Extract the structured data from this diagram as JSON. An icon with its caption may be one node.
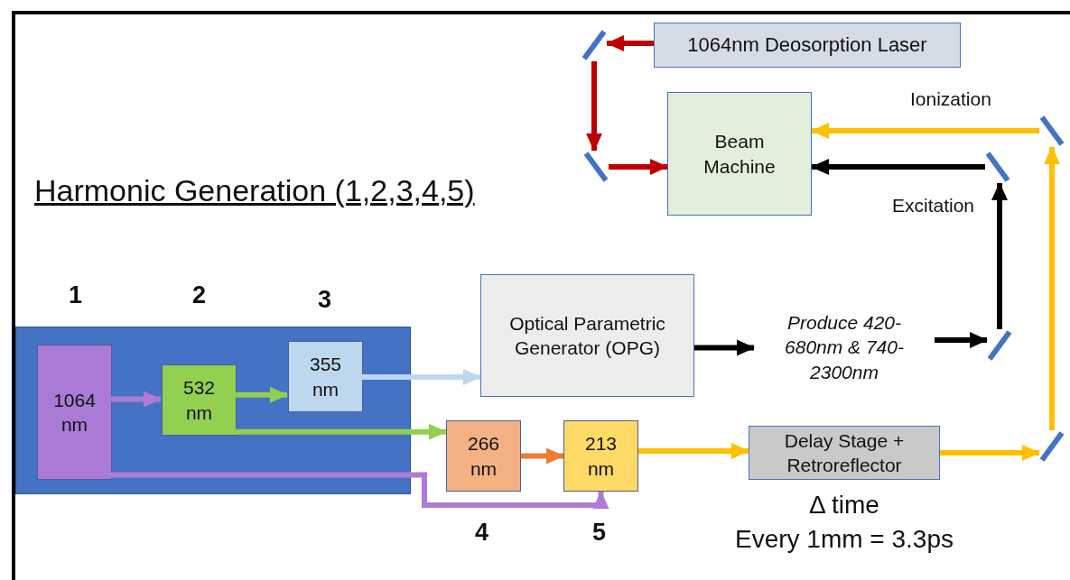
{
  "diagram": {
    "title": "Harmonic Generation (1,2,3,4,5)",
    "nodes": [
      {
        "text": [
          "1064nm Deosorption Laser"
        ]
      },
      {
        "text": [],
        "shape": "mirror"
      },
      {
        "text": [],
        "shape": "mirror"
      },
      {
        "text": [
          "Beam Machine"
        ]
      },
      {
        "text": [],
        "shape": "mirror"
      },
      {
        "text": [],
        "shape": "mirror"
      },
      {
        "text": [],
        "shape": "box"
      },
      {
        "text": [
          "1064 nm"
        ],
        "in": 6
      },
      {
        "text": [
          "532 nm"
        ],
        "in": 6
      },
      {
        "text": [
          "355 nm"
        ],
        "in": 6
      },
      {
        "text": [
          "Optical Parametric Generator (OPG)"
        ]
      },
      {
        "text": [
          "Produce 420-680nm & 740-2300nm"
        ]
      },
      {
        "text": [],
        "shape": "mirror"
      },
      {
        "text": [
          "266 nm"
        ]
      },
      {
        "text": [
          "213 nm"
        ]
      },
      {
        "text": [
          "Delay Stage + Retroreflector"
        ],
        "beside": [
          "Δ time",
          "Every 1mm = 3.3ps"
        ]
      },
      {
        "text": [],
        "shape": "mirror"
      }
    ],
    "edges": [
      {
        "from": 0,
        "to": 1,
        "arrow": "to",
        "color": "#c00000"
      },
      {
        "from": 1,
        "to": 2,
        "arrow": "to",
        "color": "#c00000"
      },
      {
        "from": 2,
        "to": 3,
        "arrow": "to",
        "color": "#c00000"
      },
      {
        "from": 4,
        "to": 3,
        "arrow": "to",
        "color": "#ffc000"
      },
      {
        "from": 16,
        "to": 4,
        "arrow": "to",
        "color": "#ffc000"
      },
      {
        "from": 15,
        "to": 16,
        "arrow": "to",
        "color": "#ffc000"
      },
      {
        "from": 14,
        "to": 15,
        "arrow": "to",
        "color": "#ffc000"
      },
      {
        "from": 5,
        "to": 3,
        "arrow": "to",
        "color": "#000000"
      },
      {
        "from": 12,
        "to": 5,
        "arrow": "to",
        "color": "#000000"
      },
      {
        "from": 11,
        "to": 12,
        "arrow": "to",
        "color": "#000000"
      },
      {
        "from": 10,
        "to": 11,
        "arrow": "to",
        "color": "#000000"
      },
      {
        "from": 7,
        "to": 8,
        "arrow": "to",
        "color": "#b07ad6"
      },
      {
        "from": 8,
        "to": 9,
        "arrow": "to",
        "color": "#92d050"
      },
      {
        "from": 8,
        "to": 13,
        "arrow": "to",
        "color": "#92d050"
      },
      {
        "from": 9,
        "to": 10,
        "arrow": "to",
        "color": "#bdd7ee"
      },
      {
        "from": 7,
        "to": 14,
        "arrow": "to",
        "color": "#b07ad6"
      },
      {
        "from": 13,
        "to": 14,
        "arrow": "to",
        "color": "#ed7d31"
      }
    ],
    "labels": [
      "Ionization",
      "Excitation",
      "1",
      "2",
      "3",
      "4",
      "5"
    ]
  }
}
